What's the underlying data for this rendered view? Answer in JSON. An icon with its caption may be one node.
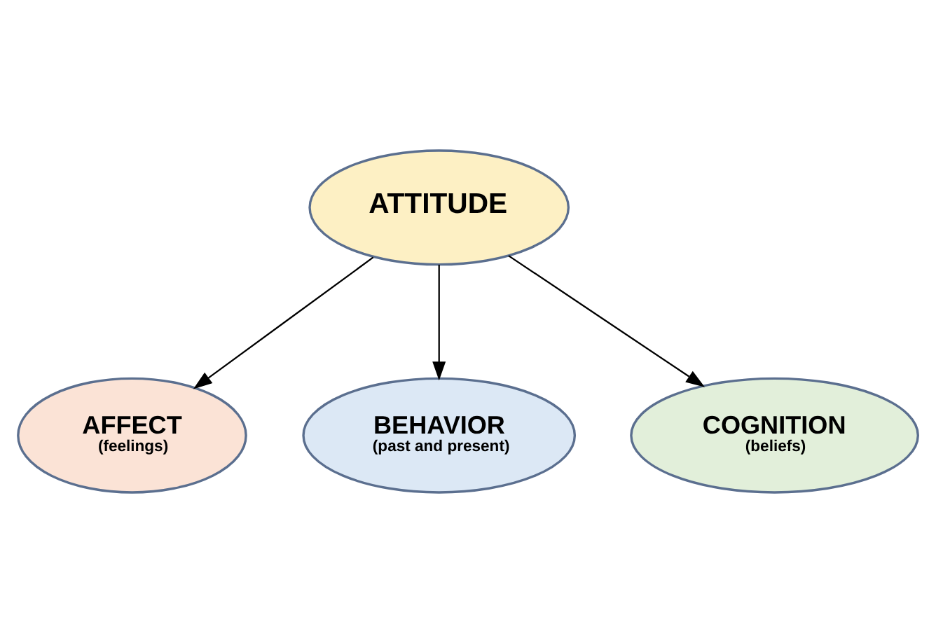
{
  "diagram": {
    "nodes": [
      {
        "text": [
          "ATTITUDE"
        ]
      },
      {
        "text": [
          "AFFECT",
          "(feelings)"
        ]
      },
      {
        "text": [
          "BEHAVIOR",
          "(past and present)"
        ]
      },
      {
        "text": [
          "COGNITION",
          "(beliefs)"
        ]
      }
    ],
    "edges": [
      {
        "from": 0,
        "to": 1,
        "arrow": "to"
      },
      {
        "from": 0,
        "to": 2,
        "arrow": "to"
      },
      {
        "from": 0,
        "to": 3,
        "arrow": "to"
      }
    ]
  }
}
